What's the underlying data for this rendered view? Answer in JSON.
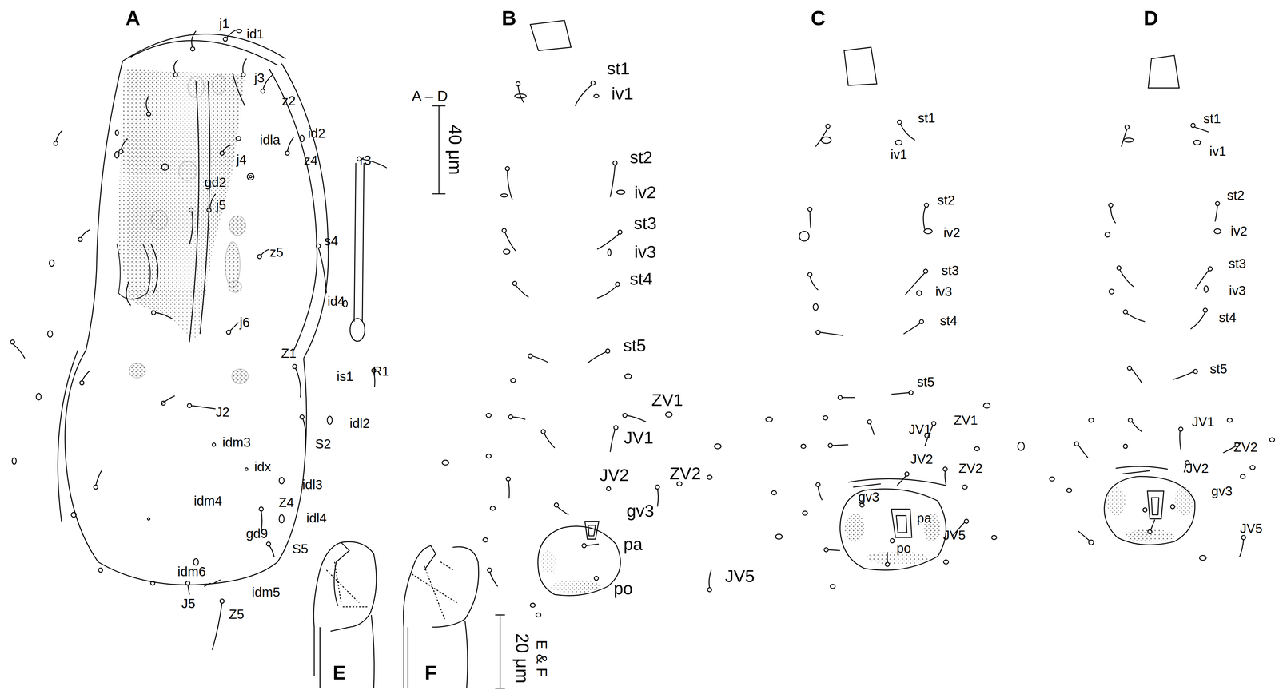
{
  "diagram": {
    "labels": [
      "A",
      "j1",
      "id1",
      "j3",
      "z2",
      "idla",
      "id2",
      "j4",
      "z4",
      "gd2",
      "j5",
      "r3",
      "s4",
      "z5",
      "id4",
      "j6",
      "Z1",
      "is1",
      "R1",
      "J2",
      "idl2",
      "idm3",
      "S2",
      "idx",
      "idl3",
      "Z4",
      "idm4",
      "idl4",
      "gd9",
      "S5",
      "idm6",
      "idm5",
      "J5",
      "Z5",
      "E",
      "F",
      "A – D",
      "40 μm",
      "E & F",
      "20 μm",
      "B",
      "st1",
      "iv1",
      "st2",
      "iv2",
      "st3",
      "iv3",
      "st4",
      "st5",
      "ZV1",
      "JV1",
      "JV2",
      "ZV2",
      "gv3",
      "pa",
      "po",
      "JV5",
      "C",
      "st1",
      "iv1",
      "st2",
      "iv2",
      "st3",
      "iv3",
      "st4",
      "st5",
      "JV1",
      "ZV1",
      "JV2",
      "ZV2",
      "gv3",
      "pa",
      "po",
      "JV5",
      "D",
      "st1",
      "iv1",
      "st2",
      "iv2",
      "st3",
      "iv3",
      "st4",
      "st5",
      "JV1",
      "ZV2",
      "JV2",
      "gv3",
      "JV5"
    ]
  }
}
